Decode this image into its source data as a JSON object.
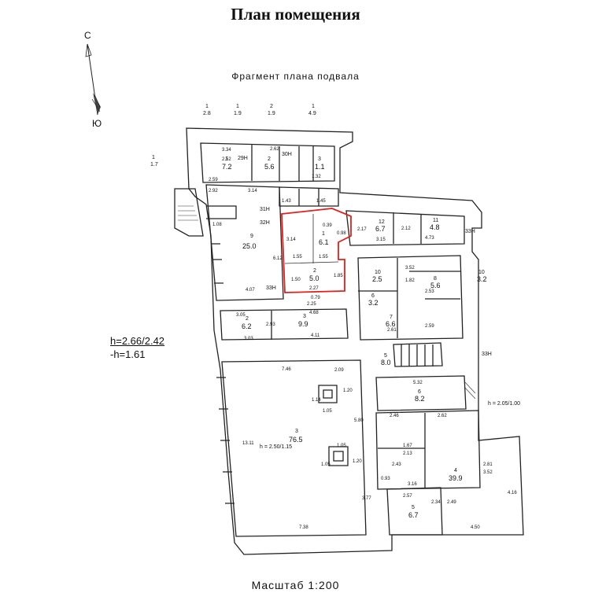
{
  "title": "План помещения",
  "subtitle": "Фрагмент плана подвала",
  "scale_label": "Масштаб 1:200",
  "compass": {
    "north": "С",
    "south": "Ю"
  },
  "heights": {
    "line1": "h=2.66/2.42",
    "line2": "-h=1.61"
  },
  "top_markers": [
    {
      "num": "1",
      "val": "2.8"
    },
    {
      "num": "1",
      "val": "1.9"
    },
    {
      "num": "2",
      "val": "1.9"
    },
    {
      "num": "1",
      "val": "4.9"
    }
  ],
  "side_marker": {
    "num": "1",
    "val": "1.7"
  },
  "highlight_color": "#e0201c",
  "rooms": [
    {
      "name": "1",
      "area": "7.2"
    },
    {
      "name": "2",
      "area": "5.6"
    },
    {
      "name": "3",
      "area": "1.1"
    },
    {
      "name": "9",
      "area": "25.0"
    },
    {
      "name": "2",
      "area": "6.2"
    },
    {
      "name": "3",
      "area": "9.9"
    },
    {
      "name": "1",
      "area": "6.1"
    },
    {
      "name": "2",
      "area": "5.0"
    },
    {
      "name": "12",
      "area": "6.7"
    },
    {
      "name": "11",
      "area": "4.8"
    },
    {
      "name": "10",
      "area": "3.2"
    },
    {
      "name": "10",
      "area": "2.5"
    },
    {
      "name": "8",
      "area": "5.6"
    },
    {
      "name": "6",
      "area": "3.2"
    },
    {
      "name": "7",
      "area": "6.6"
    },
    {
      "name": "5",
      "area": "8.0"
    },
    {
      "name": "6",
      "area": "8.2"
    },
    {
      "name": "3",
      "area": "76.5"
    },
    {
      "name": "4",
      "area": "39.9"
    },
    {
      "name": "5",
      "area": "6.7"
    }
  ],
  "room_codes": [
    "29Н",
    "30Н",
    "31Н",
    "32Н",
    "33Н",
    "33Н",
    "33Н"
  ],
  "heights_notes": [
    "h = 2.50/1.15",
    "h = 2.05/1.00"
  ],
  "dimensions": [
    "3.34",
    "2.62",
    "2.59",
    "2.92",
    "3.14",
    "1.32",
    "1.43",
    "1.45",
    "1.08",
    "6.12",
    "4.07",
    "3.14",
    "0.39",
    "0.98",
    "1.55",
    "1.55",
    "1.50",
    "2.27",
    "1.85",
    "3.05",
    "2.93",
    "4.68",
    "4.11",
    "3.03",
    "2.25",
    "0.79",
    "2.17",
    "3.15",
    "4.73",
    "2.12",
    "2.53",
    "2.61",
    "2.59",
    "1.82",
    "3.52",
    "7.46",
    "2.09",
    "1.20",
    "1.05",
    "5.80",
    "1.05",
    "1.20",
    "13.11",
    "7.38",
    "5.32",
    "2.46",
    "2.62",
    "1.67",
    "2.13",
    "2.43",
    "3.16",
    "2.57",
    "2.34",
    "2.49",
    "4.50",
    "2.81",
    "3.52",
    "4.16",
    "0.93",
    "3.77",
    "1.05",
    "1.14",
    "2.52"
  ]
}
